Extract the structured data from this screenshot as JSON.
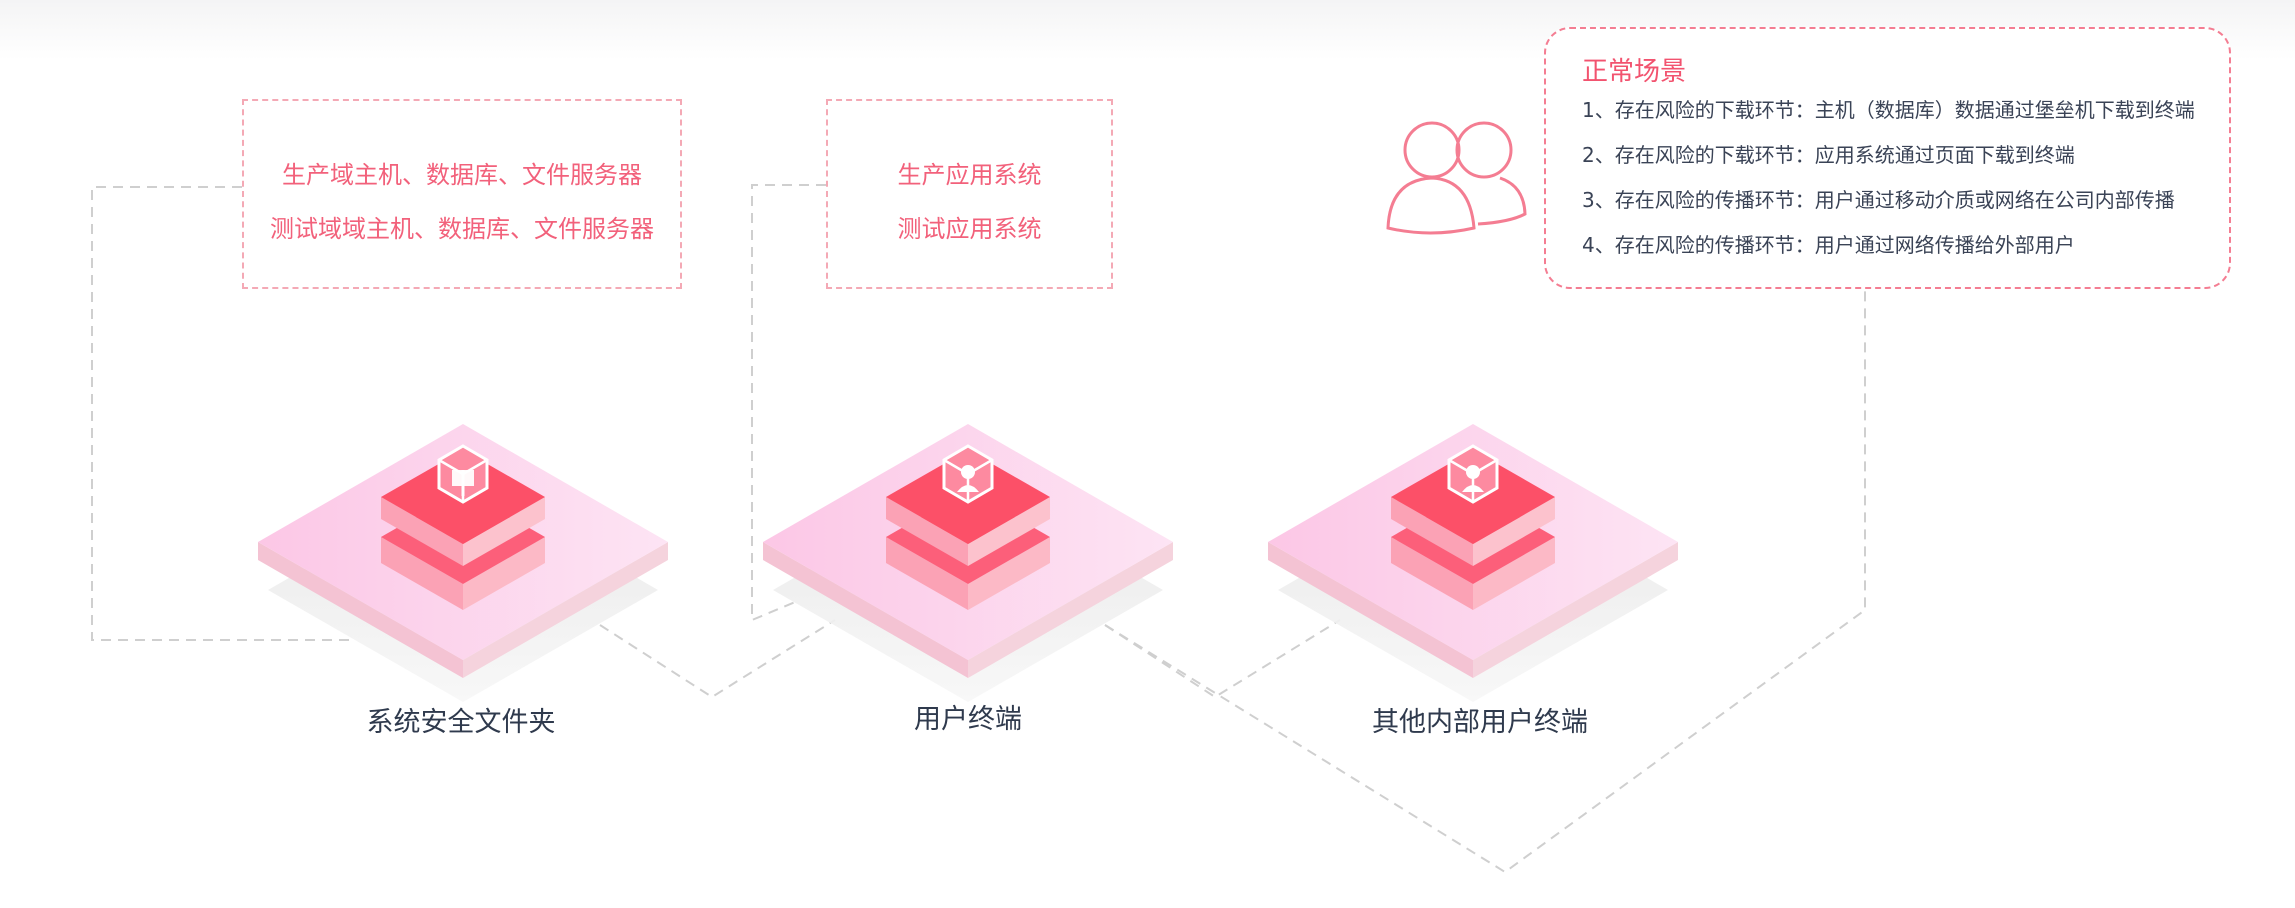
{
  "boxes": {
    "hosts": {
      "line1": "生产域主机、数据库、文件服务器",
      "line2": "测试域域主机、数据库、文件服务器"
    },
    "apps": {
      "line1": "生产应用系统",
      "line2": "测试应用系统"
    }
  },
  "nodes": [
    {
      "label": "系统安全文件夹",
      "icon": "package-icon"
    },
    {
      "label": "用户终端",
      "icon": "user-icon"
    },
    {
      "label": "其他内部用户终端",
      "icon": "user-icon"
    }
  ],
  "scenario": {
    "title": "正常场景",
    "items": [
      "1、存在风险的下载环节：主机（数据库）数据通过堡垒机下载到终端",
      "2、存在风险的下载环节：应用系统通过页面下载到终端",
      "3、存在风险的传播环节：用户通过移动介质或网络在公司内部传播",
      "4、存在风险的传播环节：用户通过网络传播给外部用户"
    ]
  },
  "colors": {
    "accent": "#f2617b",
    "dashed_line": "#c9c9c9",
    "box_border": "#f4a9b5"
  },
  "icons": {
    "users": "users-icon"
  }
}
